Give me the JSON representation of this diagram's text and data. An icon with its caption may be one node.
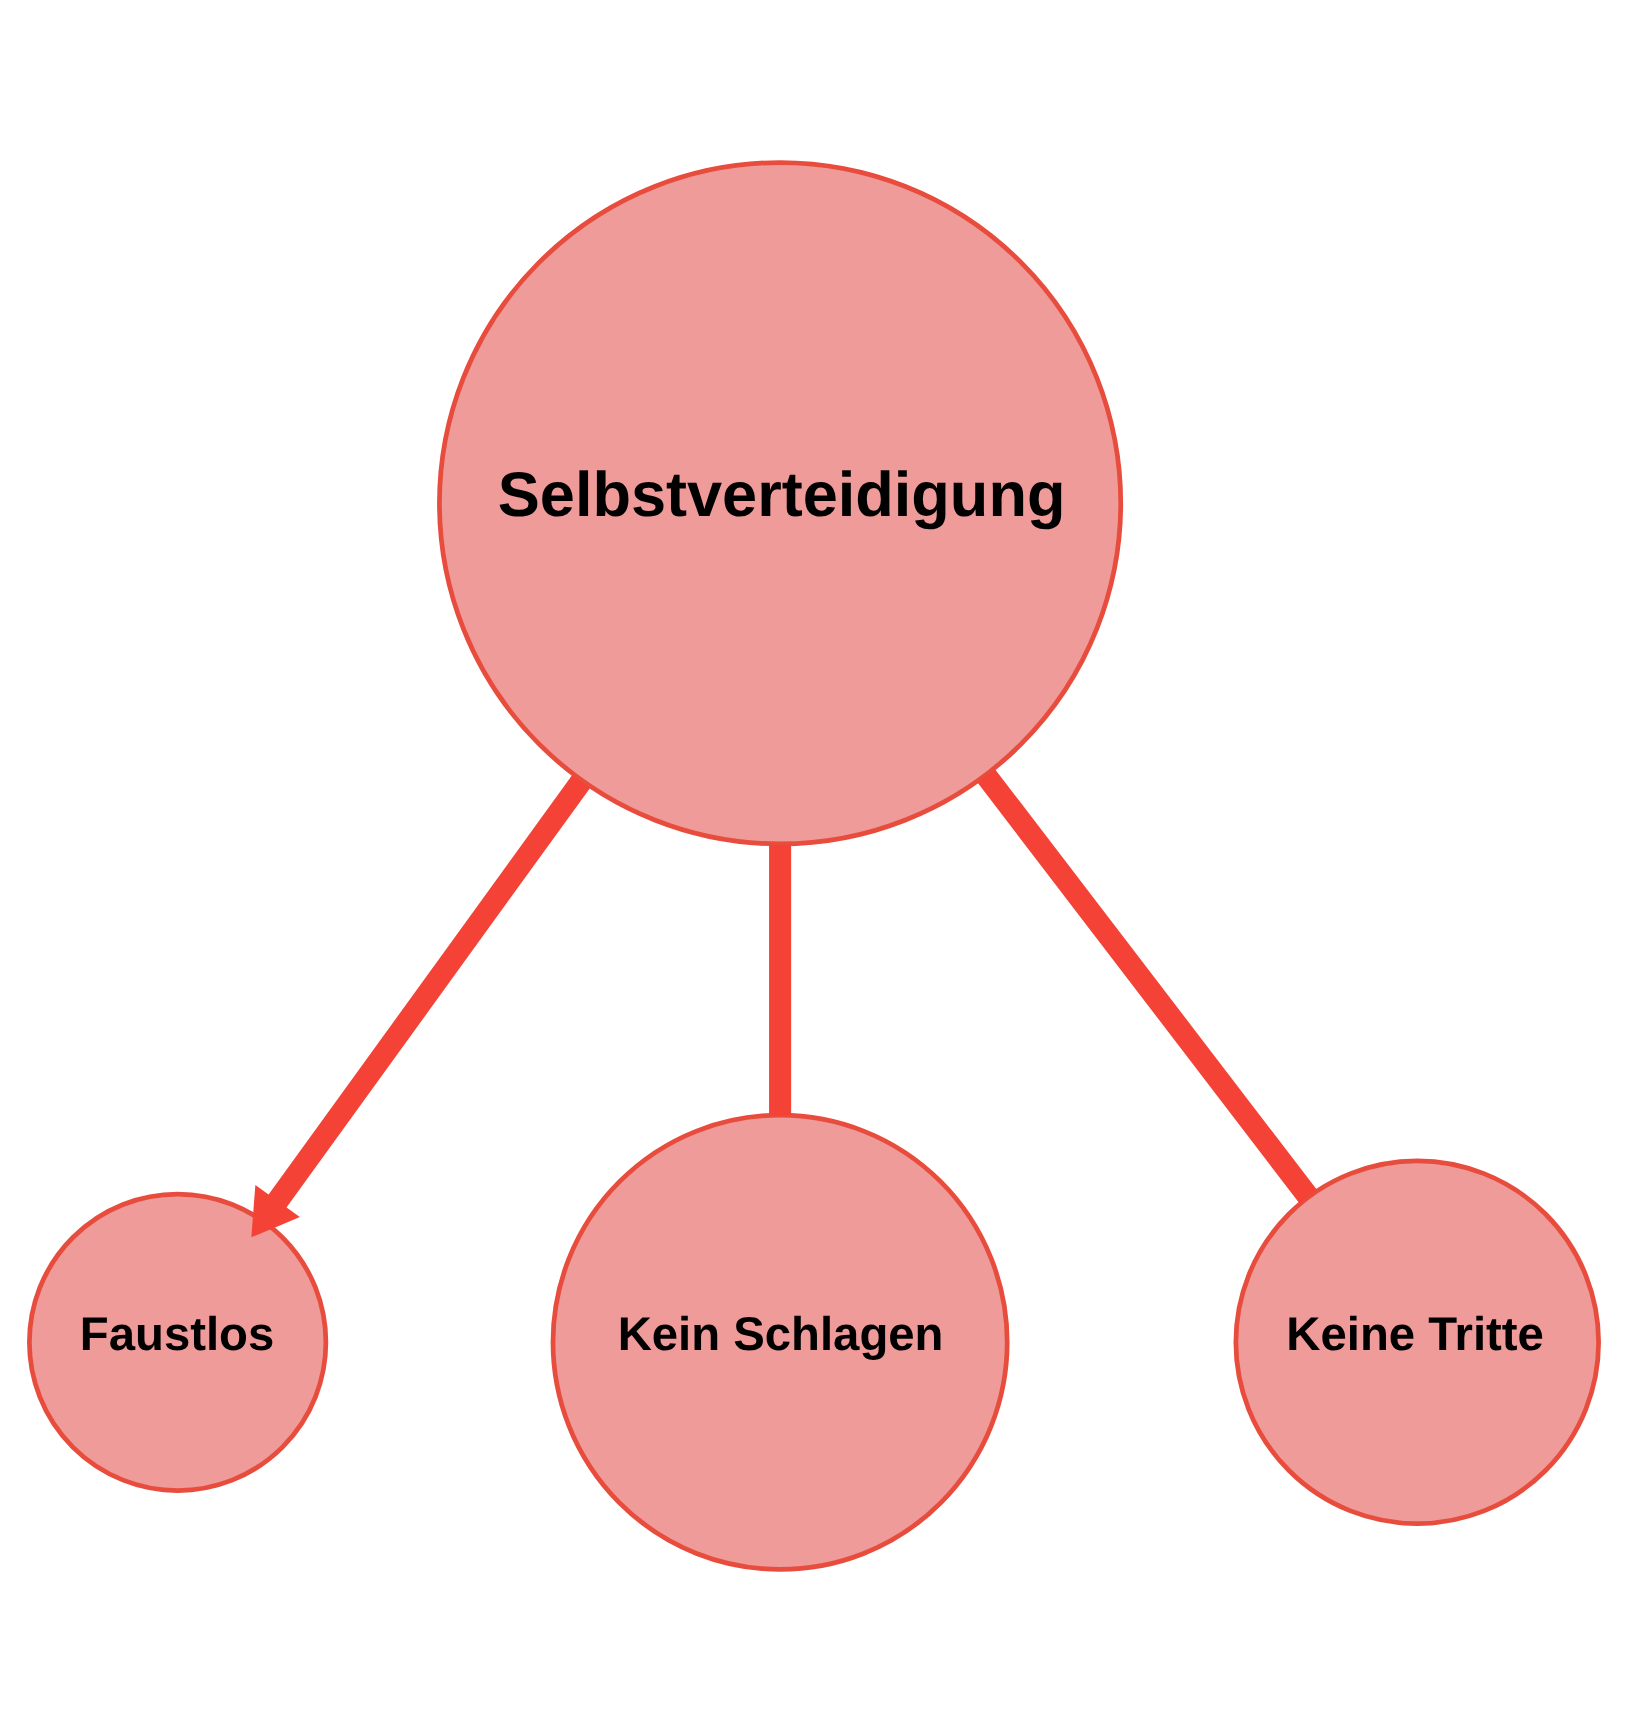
{
  "diagram": {
    "nodes": [
      {
        "text": [
          "Selbstverteidigung"
        ]
      },
      {
        "text": [
          "Faustlos"
        ]
      },
      {
        "text": [
          "Kein Schlagen"
        ]
      },
      {
        "text": [
          "Keine Tritte"
        ]
      }
    ],
    "edges": [
      {
        "from": 0,
        "to": 1,
        "arrow": "to"
      },
      {
        "from": 0,
        "to": 2,
        "arrow": "none"
      },
      {
        "from": 0,
        "to": 3,
        "arrow": "none"
      }
    ]
  }
}
